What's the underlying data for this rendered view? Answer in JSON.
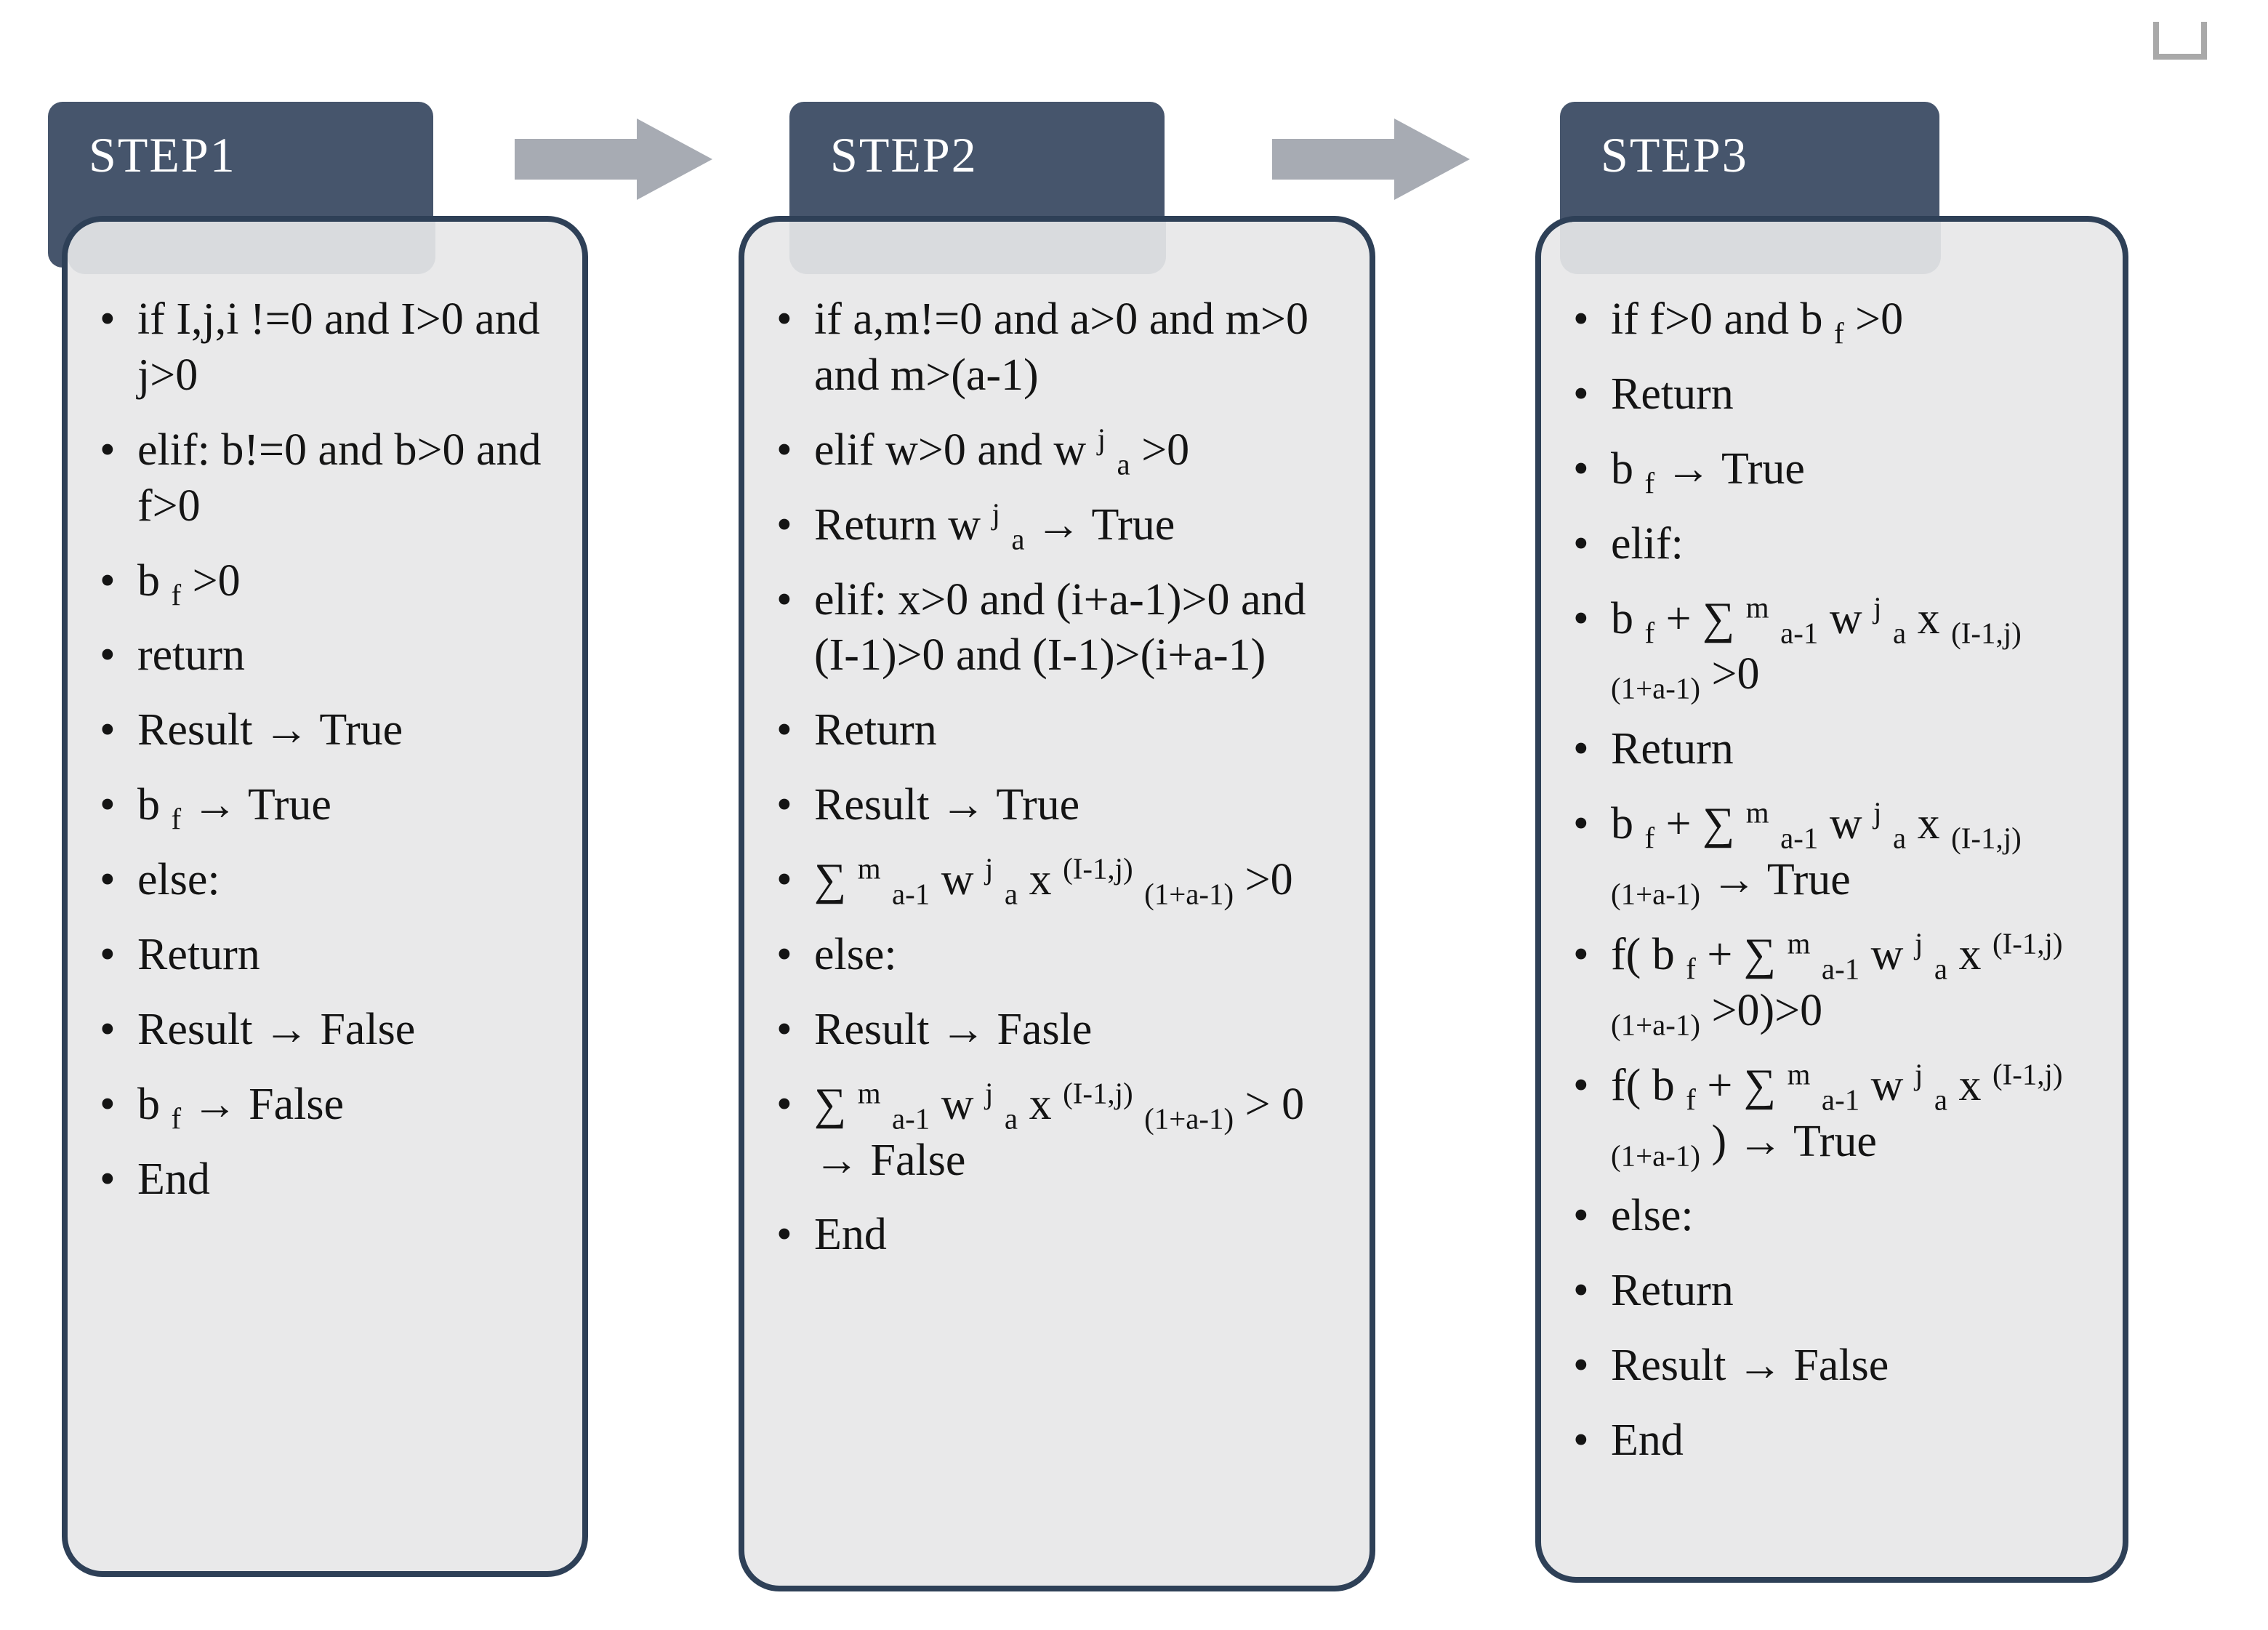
{
  "colors": {
    "header_bg": "#46556C",
    "header_text": "#FFFFFF",
    "box_fill": "#E9E9EA",
    "box_border": "#2E4057",
    "band_fill": "#D9DBDE",
    "arrow_fill": "#A7ABB3",
    "text_color": "#141414",
    "handle_gray": "#A9A9A9",
    "page_bg": "#FFFFFF"
  },
  "icons": {
    "corner_handle": "open-bracket-handle",
    "arrow_right": "block-arrow-right"
  },
  "steps": [
    {
      "title": "STEP1",
      "items": [
        "if I,j,i !=0 and I>0 and j>0",
        "elif: b!=0 and b>0 and f>0",
        "b ~f~ >0",
        "return",
        "Result → True",
        "b ~f~ → True",
        "else:",
        "Return",
        "Result → False",
        "b ~f~ → False",
        "End"
      ]
    },
    {
      "title": "STEP2",
      "items": [
        "if a,m!=0 and a>0 and m>0 and m>(a-1)",
        "elif w>0 and w ^j^ ~a~ >0",
        "Return w ^j^ ~a~ → True",
        "elif: x>0 and (i+a-1)>0 and (I-1)>0 and (I-1)>(i+a-1)",
        "Return",
        "Result → True",
        "∑ ^m^ ~a-1~ w ^j^ ~a~ x ^(I-1,j)^ ~(1+a-1)~ >0",
        "else:",
        "Result → Fasle",
        "∑ ^m^ ~a-1~ w ^j^ ~a~ x ^(I-1,j)^ ~(1+a-1)~ > 0 → False",
        "End"
      ]
    },
    {
      "title": "STEP3",
      "items": [
        "if f>0 and b ~f~ >0",
        "Return",
        "b ~f~ → True",
        "elif:",
        "b ~f~ + ∑ ^m^ ~a-1~ w ^j^ ~a~ x ~(I-1,j)~ ~(1+a-1)~ >0",
        "Return",
        "b ~f~ + ∑ ^m^ ~a-1~ w ^j^ ~a~ x ~(I-1,j)~ ~(1+a-1)~ → True",
        "f( b ~f~ + ∑ ^m^ ~a-1~ w ^j^ ~a~ x ^(I-1,j)^ ~(1+a-1)~ >0)>0",
        "f( b ~f~ + ∑ ^m^ ~a-1~ w ^j^ ~a~ x ^(I-1,j)^ ~(1+a-1)~ ) → True",
        "else:",
        "Return",
        "Result → False",
        "End"
      ]
    }
  ]
}
